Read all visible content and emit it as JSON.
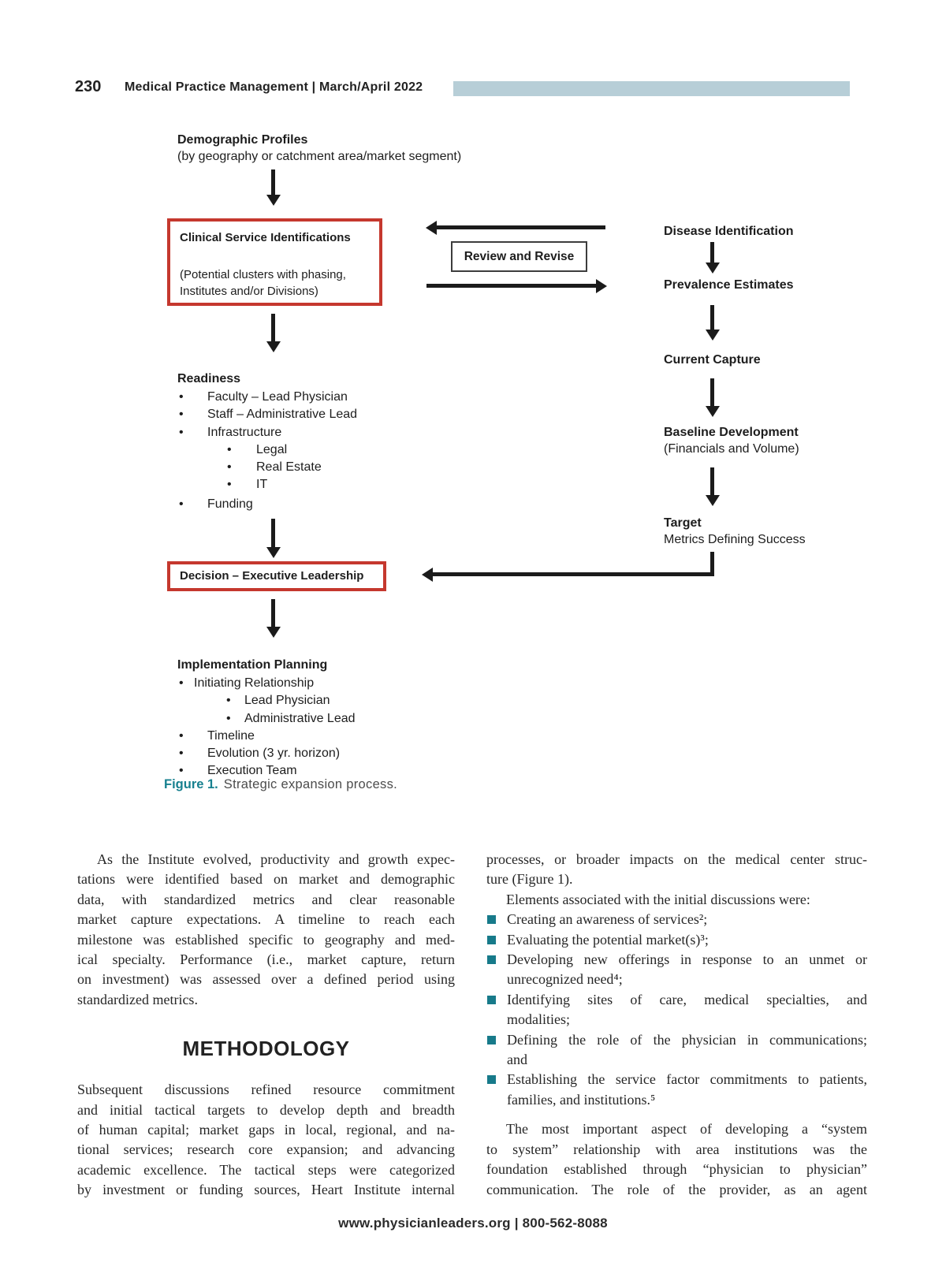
{
  "header": {
    "page_number": "230",
    "journal": "Medical Practice Management | March/April 2022"
  },
  "footer": {
    "text": "www.physicianleaders.org | 800-562-8088"
  },
  "figure": {
    "caption_label": "Figure 1.",
    "caption_text": "Strategic expansion process.",
    "demographic_title": "Demographic Profiles",
    "demographic_subtitle": "(by geography or catchment area/market segment)",
    "clinical_title": "Clinical Service Identifications",
    "clinical_line1": "(Potential clusters with phasing,",
    "clinical_line2": "Institutes and/or Divisions)",
    "review_label": "Review and Revise",
    "disease": "Disease Identification",
    "prevalence": "Prevalence Estimates",
    "current_capture": "Current Capture",
    "baseline_title": "Baseline Development",
    "baseline_subtitle": "(Financials and Volume)",
    "target_title": "Target",
    "target_subtitle": "Metrics Defining Success",
    "readiness_title": "Readiness",
    "readiness_items": [
      "Faculty – Lead Physician",
      "Staff – Administrative Lead",
      "Infrastructure",
      "Legal",
      "Real Estate",
      "IT",
      "Funding"
    ],
    "decision_label": "Decision – Executive Leadership",
    "implementation_title": "Implementation Planning",
    "implementation_items": [
      "Initiating Relationship",
      "Lead Physician",
      "Administrative Lead",
      "Timeline",
      "Evolution (3 yr. horizon)",
      "Execution Team"
    ]
  },
  "article": {
    "left": {
      "para1_lines": [
        "As the Institute evolved, productivity and growth expec-",
        "tations were identified based on market and demographic",
        "data, with standardized metrics and clear reasonable",
        "market capture expectations. A timeline to reach each",
        "milestone was established specific to geography and med-",
        "ical specialty. Performance (i.e., market capture, return",
        "on investment) was assessed over a defined period using",
        "standardized metrics."
      ],
      "heading": "METHODOLOGY",
      "para2_lines": [
        "Subsequent discussions refined resource commitment",
        "and initial tactical targets to develop depth and breadth",
        "of human capital; market gaps in local, regional, and na-",
        "tional services; research core expansion; and advancing",
        "academic excellence. The tactical steps were categorized",
        "by investment or funding sources, Heart Institute internal"
      ]
    },
    "right": {
      "para1_lines": [
        "processes, or broader impacts on the medical center struc-",
        "ture (Figure 1)."
      ],
      "intro_line": "Elements associated with the initial discussions were:",
      "bullets": [
        {
          "lines": [
            "Creating an awareness of services²;"
          ]
        },
        {
          "lines": [
            "Evaluating the potential market(s)³;"
          ]
        },
        {
          "lines": [
            "Developing new offerings in response to an unmet or",
            "unrecognized need⁴;"
          ]
        },
        {
          "lines": [
            "Identifying sites of care, medical specialties, and",
            "modalities;"
          ]
        },
        {
          "lines": [
            "Defining the role of the physician in communications;",
            "and"
          ]
        },
        {
          "lines": [
            "Establishing the service factor commitments to patients,",
            "families, and institutions.⁵"
          ]
        }
      ],
      "para2_lines": [
        "The most important aspect of developing a “system",
        "to system” relationship with area institutions was the",
        "foundation established through “physician to physician”",
        "communication. The role of the provider, as an agent"
      ]
    }
  },
  "colors": {
    "accent_teal": "#177a8a",
    "figure_red": "#c5382e",
    "header_bar": "#b7ced7"
  }
}
